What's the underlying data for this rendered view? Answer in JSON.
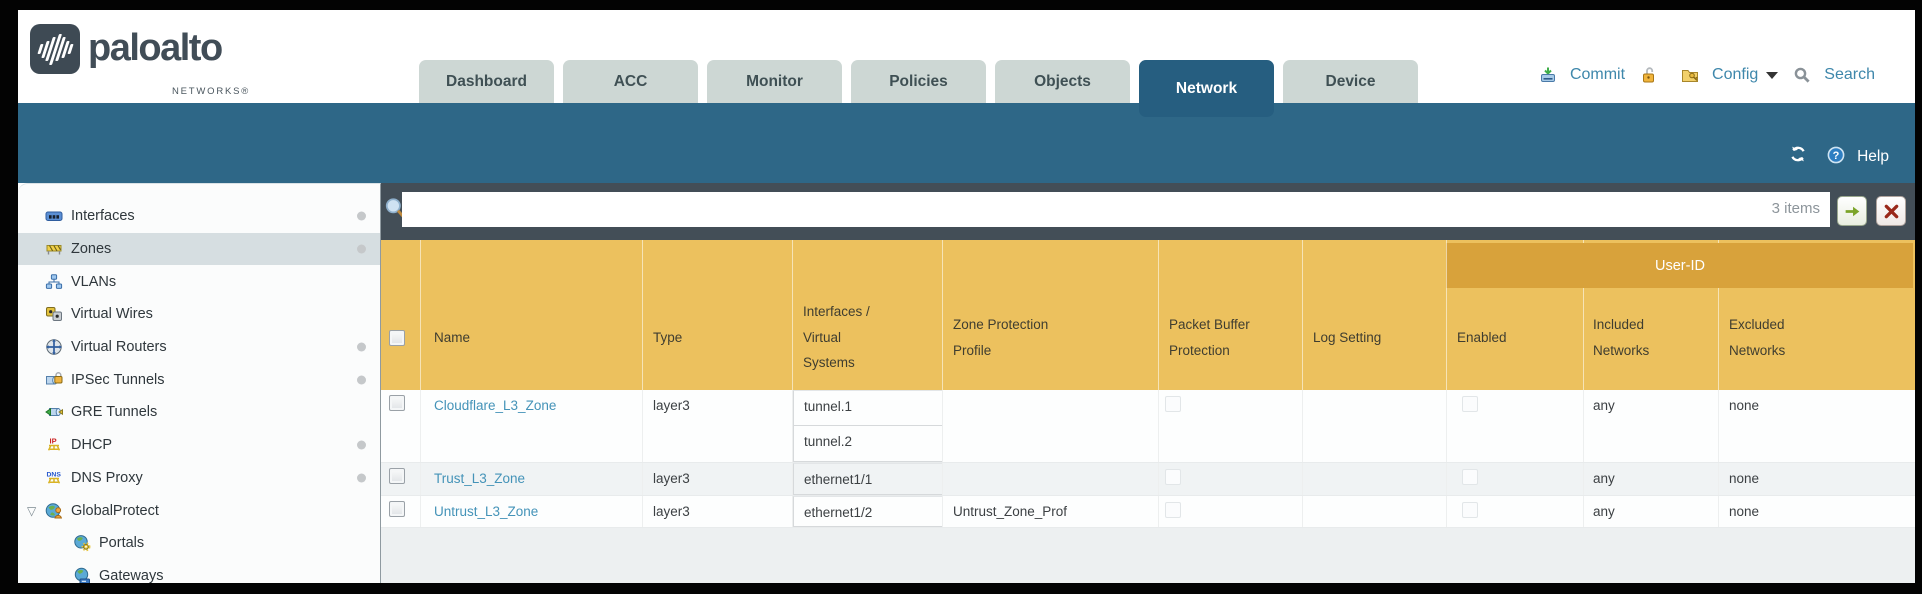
{
  "header": {
    "logo_text": "paloalto",
    "logo_sub": "NETWORKS®",
    "tabs": [
      {
        "label": "Dashboard",
        "active": false
      },
      {
        "label": "ACC",
        "active": false
      },
      {
        "label": "Monitor",
        "active": false
      },
      {
        "label": "Policies",
        "active": false
      },
      {
        "label": "Objects",
        "active": false
      },
      {
        "label": "Network",
        "active": true
      },
      {
        "label": "Device",
        "active": false
      }
    ],
    "actions": {
      "commit_label": "Commit",
      "config_label": "Config",
      "search_label": "Search"
    },
    "band": {
      "help_label": "Help"
    }
  },
  "sidebar": {
    "items": [
      {
        "label": "Interfaces",
        "icon": "interfaces-icon",
        "selected": false,
        "dot": true,
        "level": 0
      },
      {
        "label": "Zones",
        "icon": "zones-icon",
        "selected": true,
        "dot": true,
        "level": 0
      },
      {
        "label": "VLANs",
        "icon": "vlans-icon",
        "selected": false,
        "dot": false,
        "level": 0
      },
      {
        "label": "Virtual Wires",
        "icon": "virtual-wires-icon",
        "selected": false,
        "dot": false,
        "level": 0
      },
      {
        "label": "Virtual Routers",
        "icon": "virtual-routers-icon",
        "selected": false,
        "dot": true,
        "level": 0
      },
      {
        "label": "IPSec Tunnels",
        "icon": "ipsec-tunnels-icon",
        "selected": false,
        "dot": true,
        "level": 0
      },
      {
        "label": "GRE Tunnels",
        "icon": "gre-tunnels-icon",
        "selected": false,
        "dot": false,
        "level": 0
      },
      {
        "label": "DHCP",
        "icon": "dhcp-icon",
        "selected": false,
        "dot": true,
        "level": 0
      },
      {
        "label": "DNS Proxy",
        "icon": "dns-proxy-icon",
        "selected": false,
        "dot": true,
        "level": 0
      },
      {
        "label": "GlobalProtect",
        "icon": "globalprotect-icon",
        "selected": false,
        "dot": false,
        "level": 0,
        "expanded": true
      },
      {
        "label": "Portals",
        "icon": "portals-icon",
        "selected": false,
        "dot": false,
        "level": 1
      },
      {
        "label": "Gateways",
        "icon": "gateways-icon",
        "selected": false,
        "dot": false,
        "level": 1
      }
    ]
  },
  "filter": {
    "items_count": "3 items",
    "query_value": ""
  },
  "table": {
    "group_header": "User-ID",
    "columns": [
      {
        "label": ""
      },
      {
        "label": "Name"
      },
      {
        "label": "Type"
      },
      {
        "label": "Interfaces /\nVirtual\nSystems"
      },
      {
        "label": "Zone Protection\nProfile"
      },
      {
        "label": "Packet Buffer\nProtection"
      },
      {
        "label": "Log Setting"
      },
      {
        "label": "Enabled"
      },
      {
        "label": "Included\nNetworks"
      },
      {
        "label": "Excluded\nNetworks"
      }
    ],
    "rows": [
      {
        "name": "Cloudflare_L3_Zone",
        "type": "layer3",
        "interfaces": [
          "tunnel.1",
          "tunnel.2"
        ],
        "zone_protection_profile": "",
        "packet_buffer_protection_checked": false,
        "log_setting": "",
        "user_id_enabled_checked": false,
        "included_networks": "any",
        "excluded_networks": "none"
      },
      {
        "name": "Trust_L3_Zone",
        "type": "layer3",
        "interfaces": [
          "ethernet1/1"
        ],
        "zone_protection_profile": "",
        "packet_buffer_protection_checked": false,
        "log_setting": "",
        "user_id_enabled_checked": false,
        "included_networks": "any",
        "excluded_networks": "none"
      },
      {
        "name": "Untrust_L3_Zone",
        "type": "layer3",
        "interfaces": [
          "ethernet1/2"
        ],
        "zone_protection_profile": "Untrust_Zone_Prof",
        "packet_buffer_protection_checked": false,
        "log_setting": "",
        "user_id_enabled_checked": false,
        "included_networks": "any",
        "excluded_networks": "none"
      }
    ]
  },
  "colors": {
    "top_teal": "#2e6787",
    "toolbar_slate": "#434e57",
    "tab_active": "#265e80",
    "tab_inactive": "#cdd7d4",
    "table_header_amber": "#ecc15e",
    "user_id_band": "#d8a23b",
    "zone_link_blue": "#4493b8",
    "action_link_blue": "#3e87ab",
    "row_alt": "#f0f3f4",
    "sidebar_selected": "#d6dee1"
  }
}
